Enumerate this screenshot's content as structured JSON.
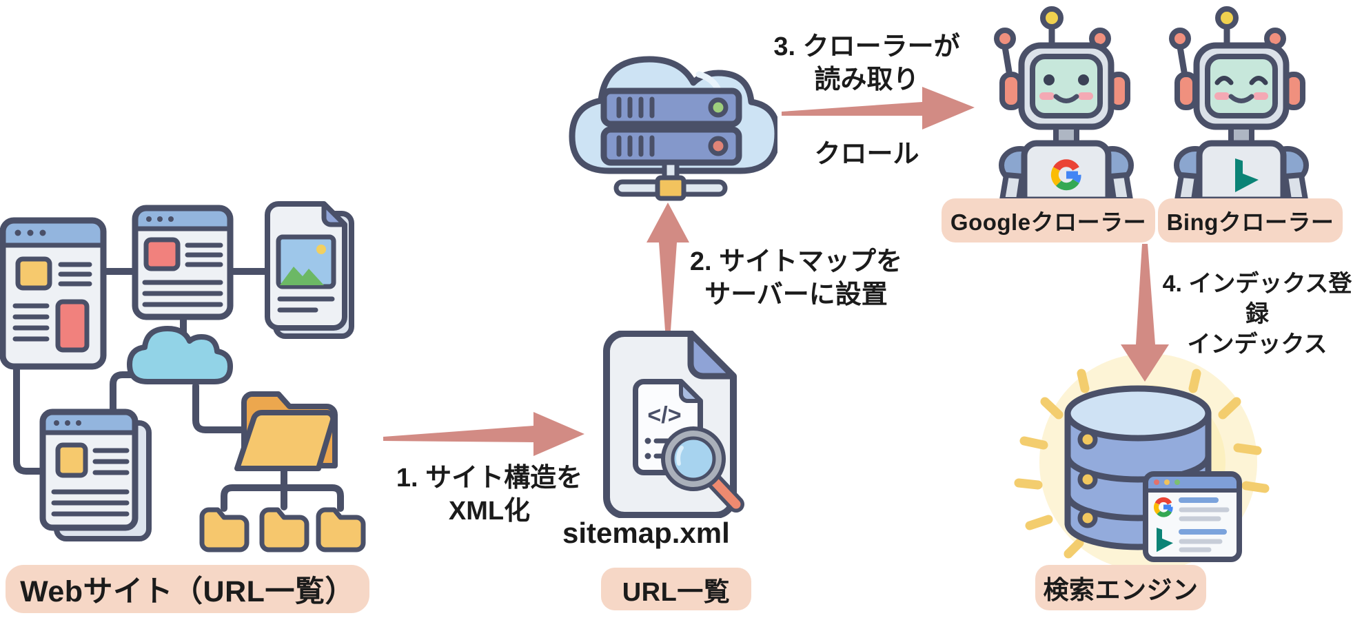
{
  "labels": {
    "website": "Webサイト（URL一覧）",
    "sitemap_file": "sitemap.xml",
    "url_list": "URL一覧",
    "google_crawler": "Googleクローラー",
    "bing_crawler": "Bingクローラー",
    "search_engine": "検索エンジン"
  },
  "steps": {
    "step1_line1": "1. サイト構造を",
    "step1_line2": "XML化",
    "step2_line1": "2. サイトマップを",
    "step2_line2": "サーバーに設置",
    "step3_line1": "3. クローラーが",
    "step3_line2": "読み取り",
    "step3_below": "クロール",
    "step4_line1": "4. インデックス登録",
    "step4_line2": "インデックス"
  },
  "glyphs": {
    "code": "</>"
  },
  "icons": {
    "website_cluster": "website-pages-cluster-icon",
    "cloud_server": "cloud-server-icon",
    "sitemap_document": "xml-document-magnifier-icon",
    "google_robot": "google-crawler-robot-icon",
    "bing_robot": "bing-crawler-robot-icon",
    "search_engine_db": "database-glow-icon"
  },
  "colors": {
    "outline": "#4a5068",
    "label_bg": "#f6d7c6",
    "label_text": "#1b1b1b",
    "arrow": "#d28b84",
    "window_header": "#93b5de",
    "window_body": "#eef1f5",
    "accent_yellow": "#f6c96d",
    "accent_red": "#f1817d",
    "cloud_cyan": "#92d3e7",
    "server_cloud": "#cde3f4",
    "server_rack": "#8498cb",
    "led_green": "#9ecf7d",
    "led_red": "#e08477",
    "folder_yellow": "#f6c76d",
    "database_blue": "#93abdc",
    "glow_yellow": "#f3cd6e",
    "google_blue": "#4285f4",
    "google_red": "#ea4335",
    "google_yellow": "#fbbc05",
    "google_green": "#34a853",
    "bing_teal": "#0b8376"
  }
}
